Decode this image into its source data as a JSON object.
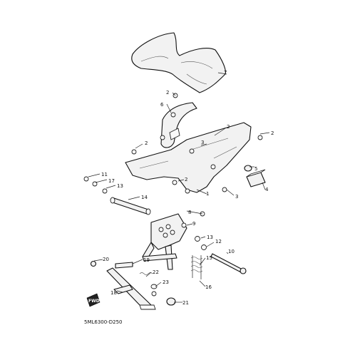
{
  "diagram_code": "5ML6300-D250",
  "direction_badge": "FWD",
  "callouts": [
    {
      "id": "c7",
      "label": "7"
    },
    {
      "id": "c2a",
      "label": "2"
    },
    {
      "id": "c6",
      "label": "6"
    },
    {
      "id": "c2b",
      "label": "2"
    },
    {
      "id": "c3a",
      "label": "3"
    },
    {
      "id": "c2c",
      "label": "2"
    },
    {
      "id": "c2d",
      "label": "2"
    },
    {
      "id": "c5",
      "label": "5"
    },
    {
      "id": "c4",
      "label": "4"
    },
    {
      "id": "c11",
      "label": "11"
    },
    {
      "id": "c17",
      "label": "17"
    },
    {
      "id": "c13a",
      "label": "13"
    },
    {
      "id": "c2e",
      "label": "2"
    },
    {
      "id": "c1",
      "label": "1"
    },
    {
      "id": "c3b",
      "label": "3"
    },
    {
      "id": "c14",
      "label": "14"
    },
    {
      "id": "c9",
      "label": "9"
    },
    {
      "id": "c8",
      "label": "8"
    },
    {
      "id": "c13b",
      "label": "13"
    },
    {
      "id": "c12",
      "label": "12"
    },
    {
      "id": "c10",
      "label": "10"
    },
    {
      "id": "c15",
      "label": "15"
    },
    {
      "id": "c20",
      "label": "20"
    },
    {
      "id": "c19",
      "label": "19"
    },
    {
      "id": "c22",
      "label": "22"
    },
    {
      "id": "c23",
      "label": "23"
    },
    {
      "id": "c16",
      "label": "16"
    },
    {
      "id": "c18",
      "label": "18"
    },
    {
      "id": "c21",
      "label": "21"
    }
  ]
}
